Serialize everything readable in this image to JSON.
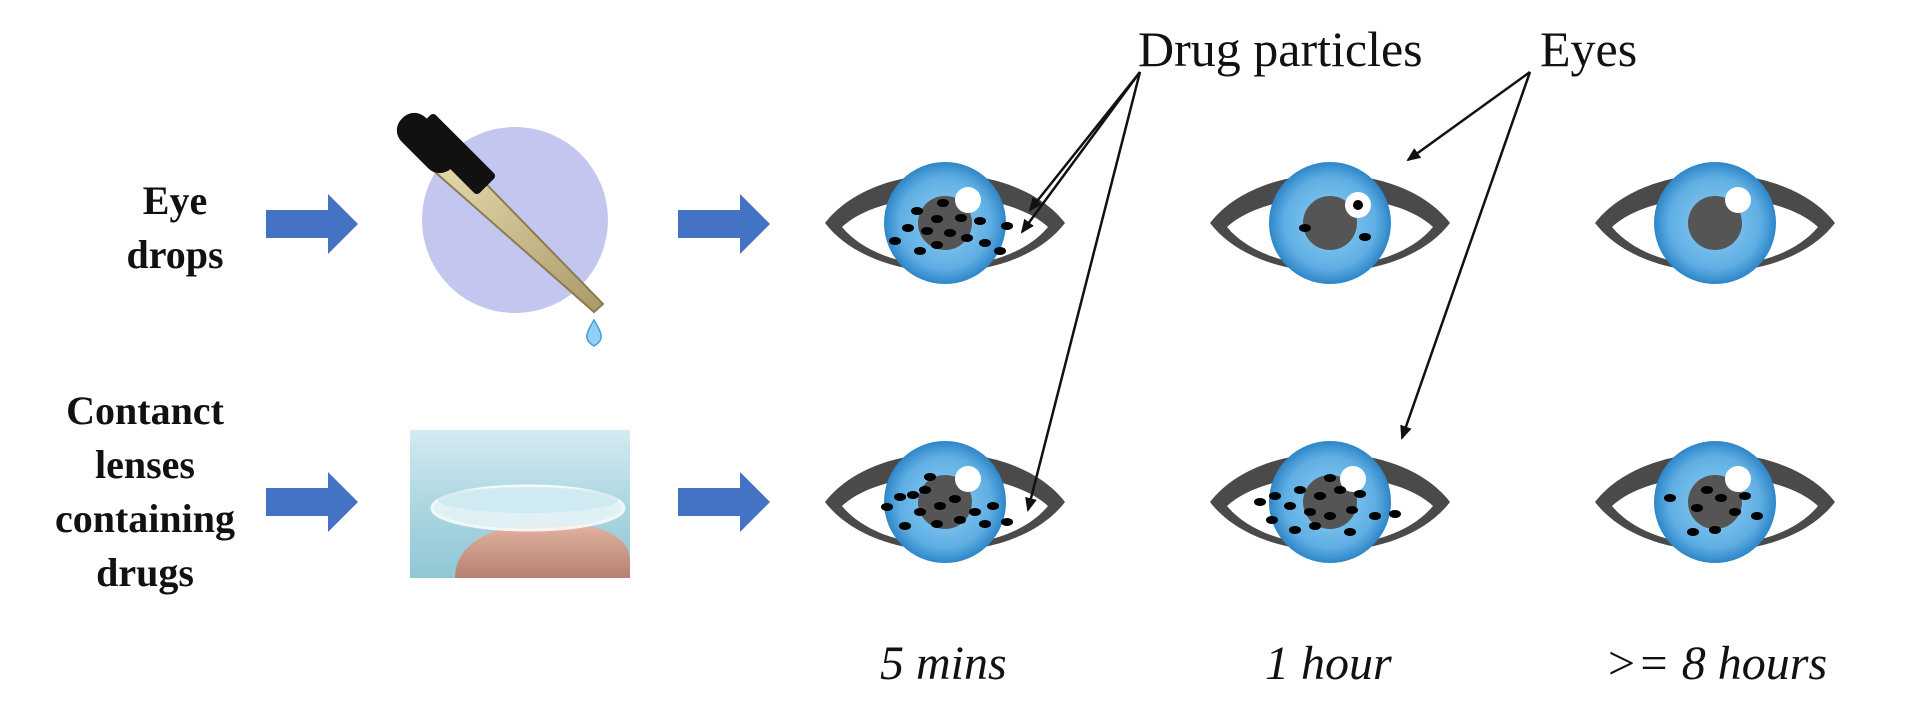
{
  "rows": [
    {
      "label_lines": [
        "Eye",
        "drops"
      ]
    },
    {
      "label_lines": [
        "Contanct",
        "lenses",
        "containing",
        "drugs"
      ]
    }
  ],
  "callouts": {
    "drug_particles": "Drug particles",
    "eyes": "Eyes"
  },
  "time_labels": [
    "5 mins",
    "1 hour",
    ">= 8 hours"
  ],
  "colors": {
    "arrow": "#4472C4",
    "iris": "#5FAEE3",
    "iris_edge": "#2E86C8",
    "pupil": "#555555",
    "eyelid": "#4A4A4A",
    "drop_circle": "#C3C6EE",
    "particle": "#000000"
  },
  "icons": {
    "eye_drops": "dropper-icon",
    "contact_lens": "contact-lens-on-finger-icon",
    "eye": "eye-icon"
  }
}
